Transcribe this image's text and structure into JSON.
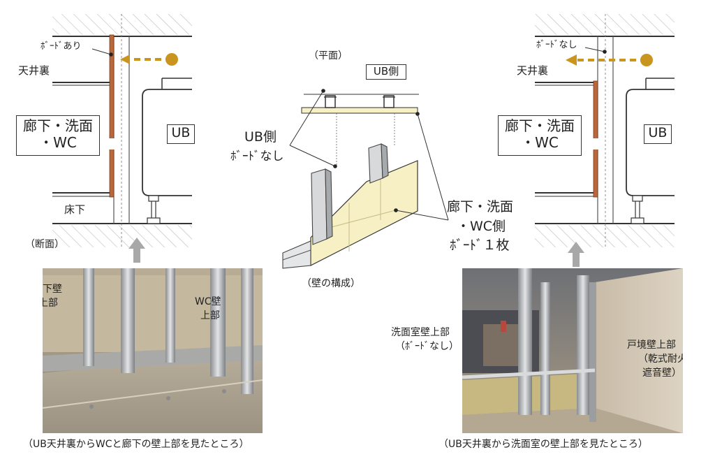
{
  "left_section": {
    "board_label": "ﾎﾞｰﾄﾞあり",
    "ceiling_label": "天井裏",
    "room_label_1": "廊下・洗面",
    "room_label_2": "・WC",
    "ub_label": "UB",
    "floor_label": "床下",
    "section_label": "（断面）"
  },
  "center_section": {
    "plan_label": "（平面）",
    "ub_side_tag": "UB側",
    "ub_side_note_1": "UB側",
    "ub_side_note_2": "ﾎﾞｰﾄﾞなし",
    "corridor_note_1": "廊下・洗面",
    "corridor_note_2": "・WC側",
    "corridor_note_3": "ﾎﾞｰﾄﾞ１枚",
    "caption": "（壁の構成）"
  },
  "right_section": {
    "board_label": "ﾎﾞｰﾄﾞなし",
    "ceiling_label": "天井裏",
    "room_label_1": "廊下・洗面",
    "room_label_2": "・WC",
    "ub_label": "UB"
  },
  "photo_left": {
    "label_corridor_1": "廊下壁",
    "label_corridor_2": "上部",
    "label_wc_1": "WC壁",
    "label_wc_2": "上部",
    "caption": "（UB天井裏からWCと廊下の壁上部を見たところ）"
  },
  "photo_right": {
    "label_wash_1": "洗面室壁上部",
    "label_wash_2": "（ﾎﾞｰﾄﾞなし）",
    "label_boundary_1": "戸境壁上部",
    "label_boundary_2": "（乾式耐火",
    "label_boundary_3": "遮音壁）",
    "caption": "（UB天井裏から洗面室の壁上部を見たところ）"
  },
  "colors": {
    "arrow": "#c9951e",
    "board": "#b8683a",
    "board_fill": "#f6f0c4",
    "gray_arrow": "#a8a8a8"
  }
}
